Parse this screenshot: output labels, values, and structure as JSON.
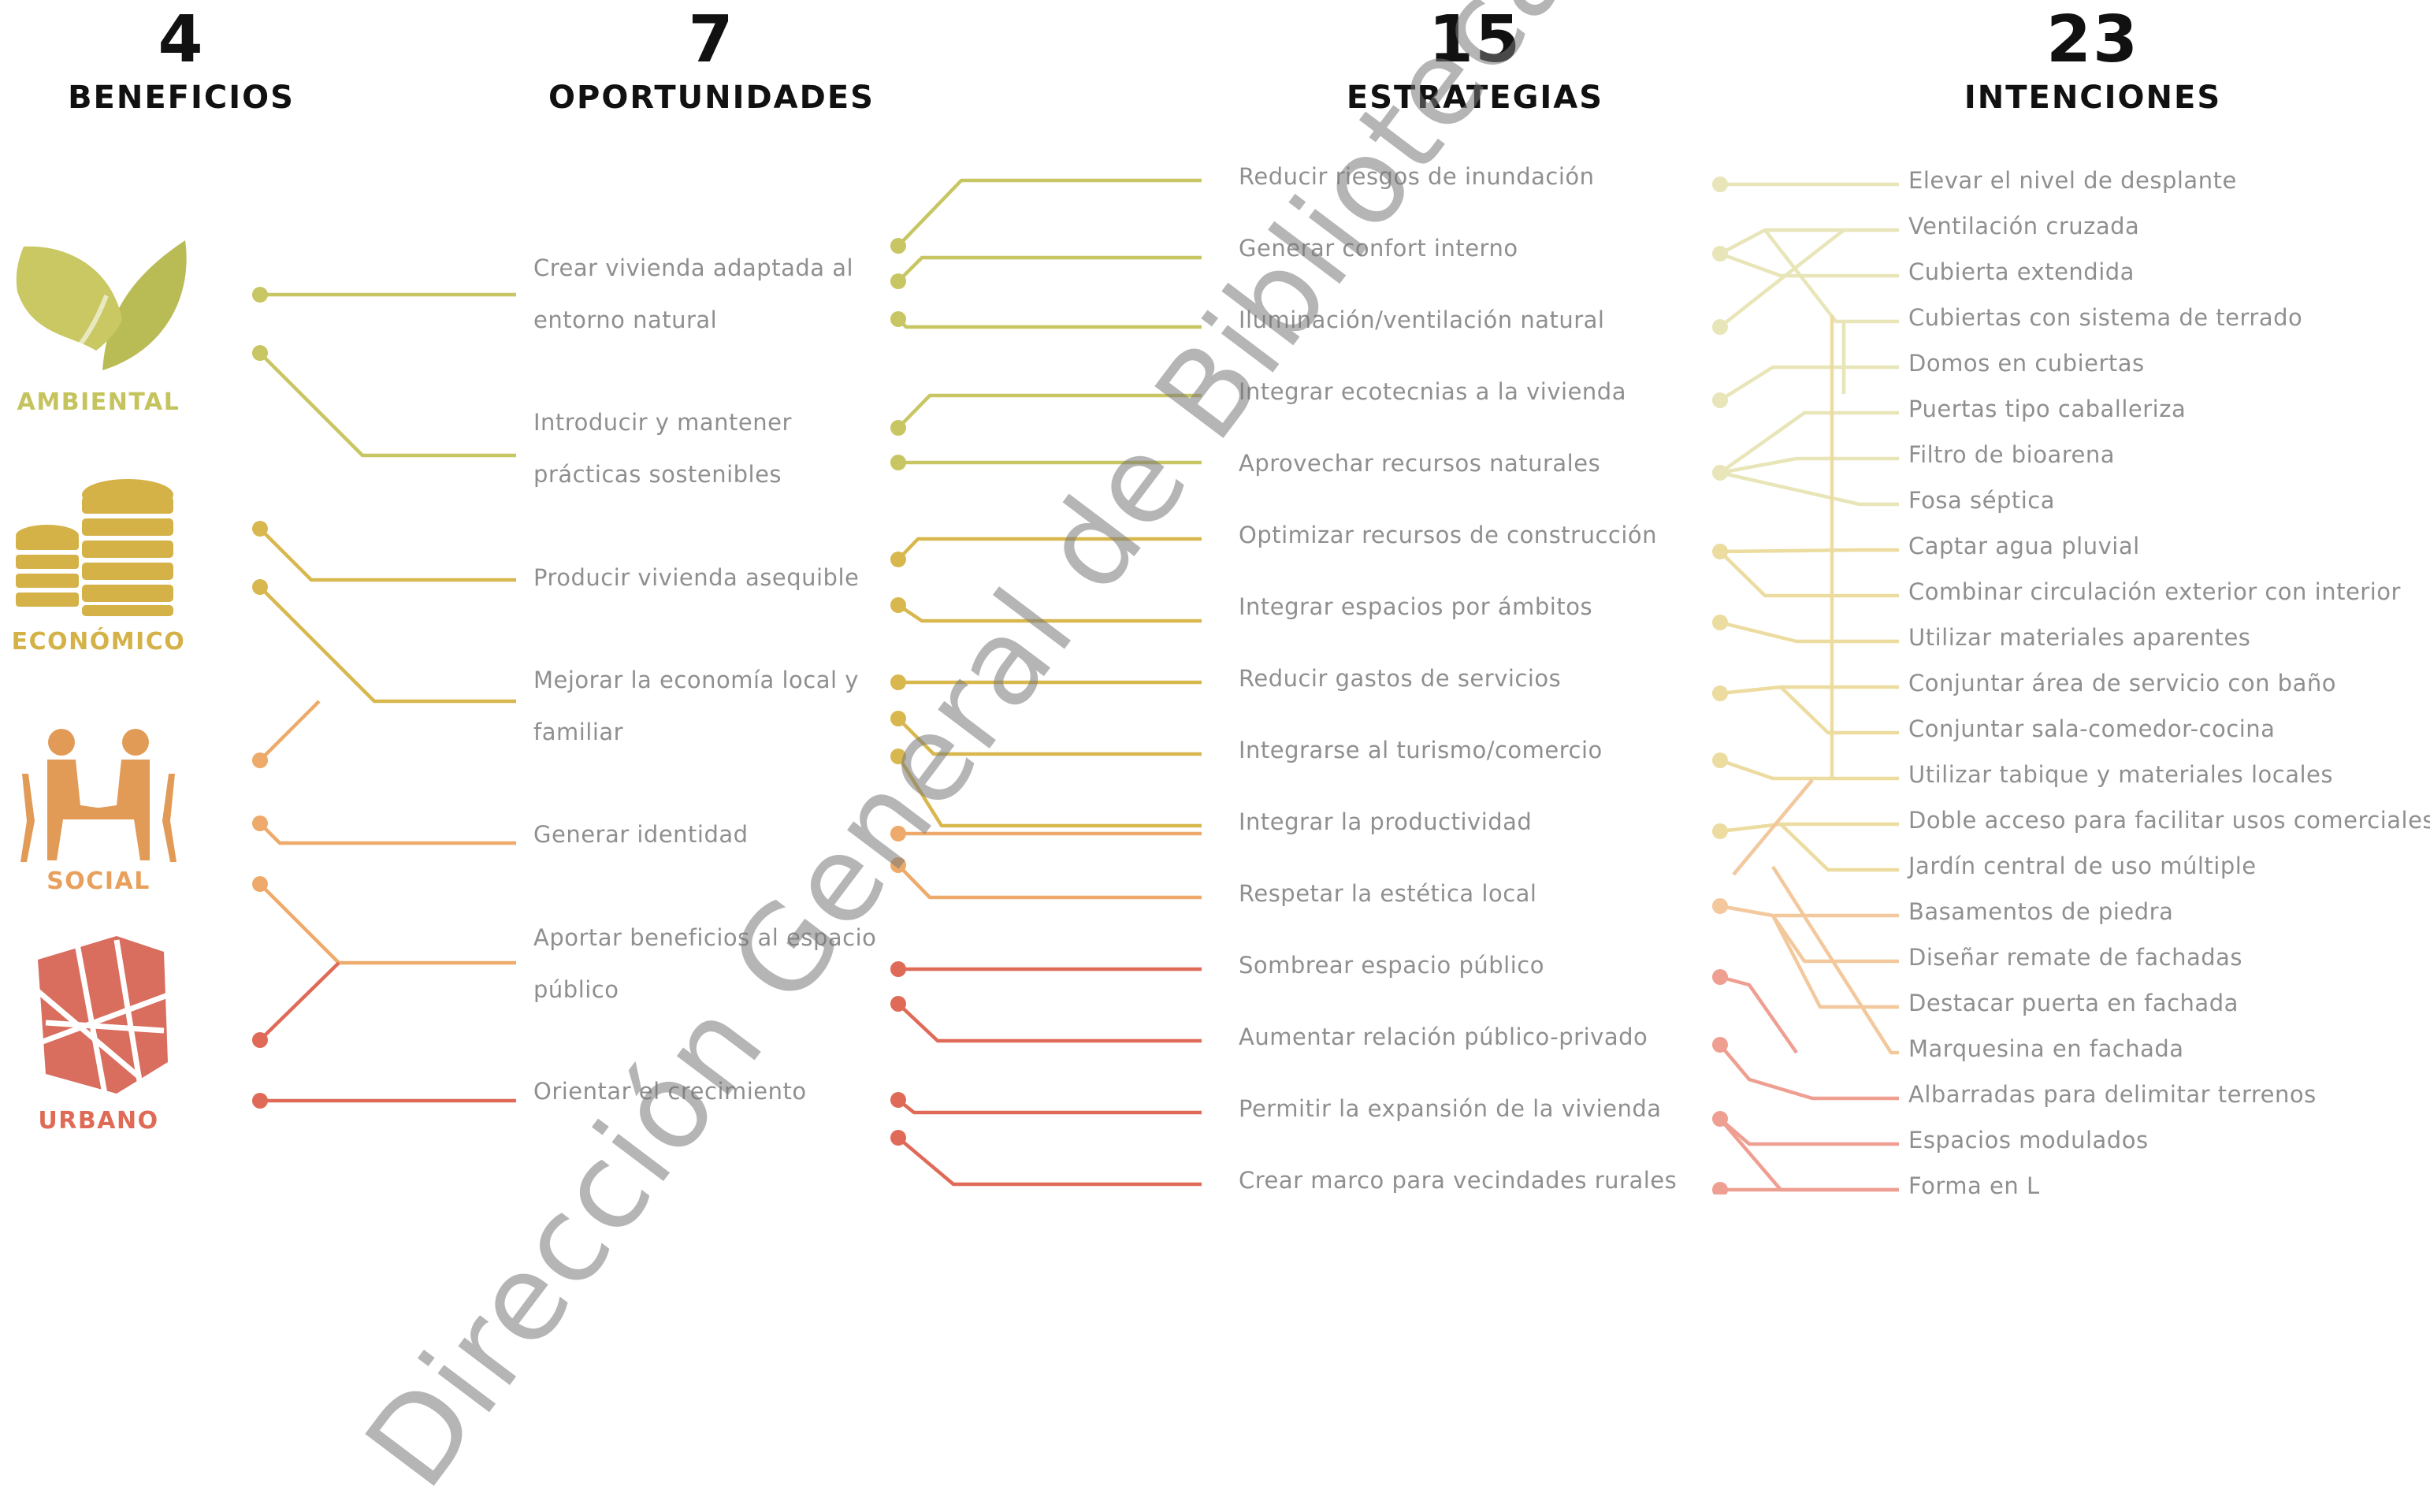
{
  "headers": {
    "benefits": {
      "count": "4",
      "label": "BENEFICIOS"
    },
    "opportunities": {
      "count": "7",
      "label": "OPORTUNIDADES"
    },
    "strategies": {
      "count": "15",
      "label": "ESTRATEGIAS"
    },
    "intentions": {
      "count": "23",
      "label": "INTENCIONES"
    }
  },
  "colors": {
    "ambiental": "#c5c35e",
    "economico": "#d4b248",
    "social": "#eda863",
    "urbano": "#df6a56"
  },
  "categories": [
    {
      "label": "AMBIENTAL",
      "icon": "leaf-icon",
      "color": "#c5c35e"
    },
    {
      "label": "ECONÓMICO",
      "icon": "coins-icon",
      "color": "#d4b248"
    },
    {
      "label": "SOCIAL",
      "icon": "people-icon",
      "color": "#e8a05c"
    },
    {
      "label": "URBANO",
      "icon": "urban-map-icon",
      "color": "#df6a56"
    }
  ],
  "opportunities": [
    {
      "line1": "Crear vivienda adaptada al",
      "line2": "entorno natural"
    },
    {
      "line1": "Introducir y mantener",
      "line2": "prácticas sostenibles"
    },
    {
      "line1": "Producir vivienda asequible",
      "line2": ""
    },
    {
      "line1": "Mejorar la economía local y",
      "line2": "familiar"
    },
    {
      "line1": "Generar identidad",
      "line2": ""
    },
    {
      "line1": "Aportar beneficios al espacio",
      "line2": "público"
    },
    {
      "line1": "Orientar el crecimiento",
      "line2": ""
    }
  ],
  "strategies": [
    "Reducir riesgos de inundación",
    "Generar confort interno",
    "Iluminación/ventilación natural",
    "Integrar ecotecnias a la vivienda",
    "Aprovechar recursos naturales",
    "Optimizar recursos de construcción",
    "Integrar espacios por ámbitos",
    "Reducir gastos de servicios",
    "Integrarse al turismo/comercio",
    "Integrar la productividad",
    "Respetar la estética local",
    "Sombrear espacio público",
    "Aumentar relación público-privado",
    "Permitir la expansión de la vivienda",
    "Crear marco para vecindades rurales"
  ],
  "intentions": [
    "Elevar el nivel de desplante",
    "Ventilación cruzada",
    "Cubierta extendida",
    "Cubiertas con sistema de terrado",
    "Domos en cubiertas",
    "Puertas tipo caballeriza",
    "Filtro de bioarena",
    "Fosa séptica",
    "Captar agua pluvial",
    "Combinar circulación exterior con interior",
    "Utilizar materiales aparentes",
    "Conjuntar área de servicio con baño",
    "Conjuntar sala-comedor-cocina",
    "Utilizar tabique y materiales locales",
    "Doble acceso para facilitar usos comerciales",
    "Jardín central de uso múltiple",
    "Basamentos de piedra",
    "Diseñar remate de fachadas",
    "Destacar puerta en fachada",
    "Marquesina en fachada",
    "Albarradas para delimitar terrenos",
    "Espacios modulados",
    "Forma en L"
  ],
  "watermark": "Dirección General de Bibliotecas UA"
}
